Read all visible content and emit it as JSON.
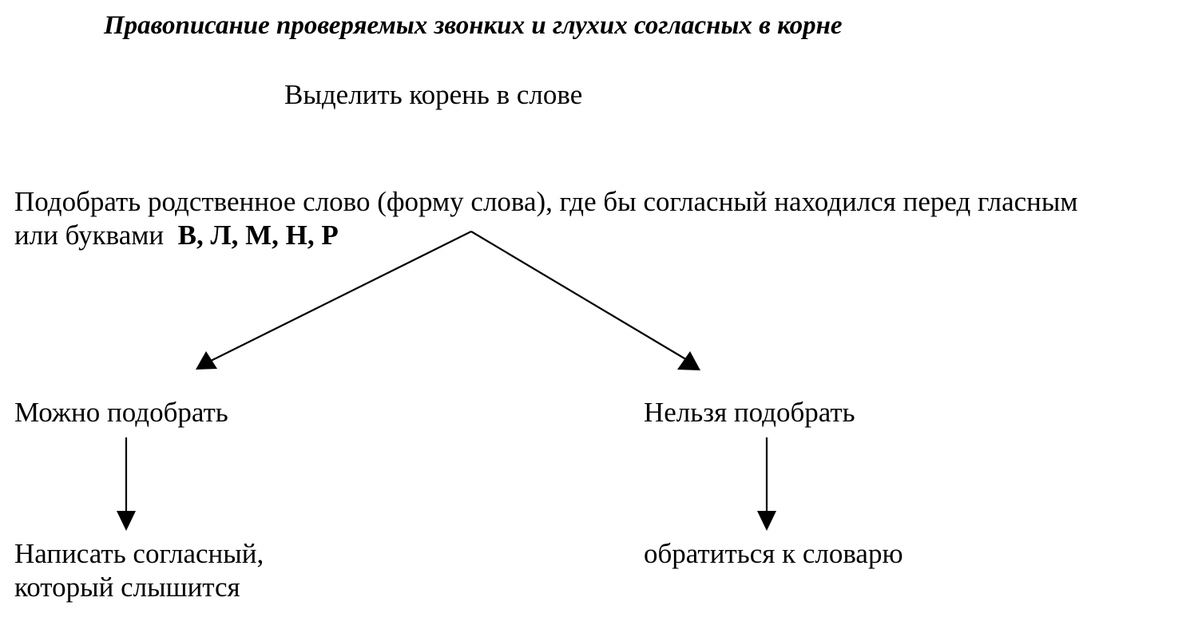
{
  "title": "Правописание проверяемых звонких и глухих согласных в корне",
  "steps": {
    "step1": "Выделить корень в слове",
    "step2_line1": "Подобрать родственное слово (форму слова), где бы согласный находился перед гласным",
    "step2_line2_prefix": "или буквами",
    "step2_letters": "В, Л, М, Н, Р"
  },
  "branches": {
    "left": {
      "label": "Можно подобрать",
      "result_line1": "Написать согласный,",
      "result_line2": "который слышится"
    },
    "right": {
      "label": "Нельзя подобрать",
      "result_line1": "обратиться к словарю"
    }
  },
  "colors": {
    "ink": "#000000",
    "background": "#ffffff"
  }
}
